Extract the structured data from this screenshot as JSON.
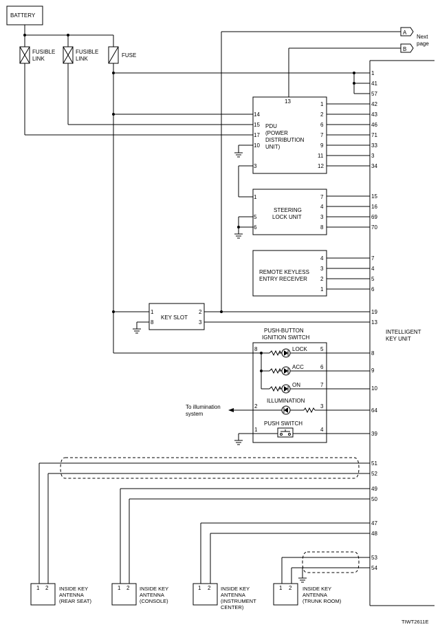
{
  "battery": "BATTERY",
  "fusible_link": [
    "FUSIBLE",
    "LINK"
  ],
  "fuse": "FUSE",
  "next_page": [
    "Next",
    "page"
  ],
  "connectors": {
    "a": "A",
    "b": "B"
  },
  "pdu": {
    "label": [
      "PDU",
      "(POWER",
      "DISTRIBUTION",
      "UNIT)"
    ],
    "top_pin": "13",
    "left_pins": [
      "14",
      "15",
      "17",
      "10",
      "3"
    ],
    "right_pins": [
      "1",
      "2",
      "6",
      "7",
      "9",
      "11",
      "12"
    ]
  },
  "steering": {
    "label": [
      "STEERING",
      "LOCK UNIT"
    ],
    "left_pins": [
      "1",
      "5",
      "6"
    ],
    "right_pins": [
      "7",
      "4",
      "3",
      "8"
    ]
  },
  "rke": {
    "label": [
      "REMOTE KEYLESS",
      "ENTRY RECEIVER"
    ],
    "right_pins": [
      "4",
      "3",
      "2",
      "1"
    ]
  },
  "key_slot": {
    "label": "KEY SLOT",
    "left_pins": [
      "1",
      "8"
    ],
    "right_pins": [
      "2",
      "3"
    ]
  },
  "push_button": {
    "title": [
      "PUSH-BUTTON",
      "IGNITION SWITCH"
    ],
    "lock": "LOCK",
    "acc": "ACC",
    "on": "ON",
    "illumination": "ILLUMINATION",
    "push_switch": "PUSH SWITCH",
    "left_pins": [
      "8",
      "2",
      "1"
    ],
    "right_pins": [
      "5",
      "6",
      "7",
      "3",
      "4"
    ]
  },
  "to_illumination": [
    "To illumination",
    "system"
  ],
  "intelligent_key_unit": [
    "INTELLIGENT",
    "KEY UNIT"
  ],
  "ikey_pins": [
    "1",
    "41",
    "57",
    "42",
    "43",
    "46",
    "71",
    "33",
    "3",
    "34",
    "15",
    "16",
    "69",
    "70",
    "7",
    "4",
    "5",
    "6",
    "19",
    "13",
    "8",
    "9",
    "10",
    "64",
    "39",
    "51",
    "52",
    "49",
    "50",
    "47",
    "48",
    "53",
    "54"
  ],
  "antennas": [
    {
      "pins": [
        "1",
        "2"
      ],
      "label": [
        "INSIDE KEY",
        "ANTENNA",
        "(REAR SEAT)"
      ]
    },
    {
      "pins": [
        "1",
        "2"
      ],
      "label": [
        "INSIDE KEY",
        "ANTENNA",
        "(CONSOLE)"
      ]
    },
    {
      "pins": [
        "1",
        "2"
      ],
      "label": [
        "INSIDE KEY",
        "ANTENNA",
        "(INSTRUMENT",
        "CENTER)"
      ]
    },
    {
      "pins": [
        "1",
        "2"
      ],
      "label": [
        "INSIDE KEY",
        "ANTENNA",
        "(TRUNK ROOM)"
      ]
    }
  ],
  "figure_code": "TIWT2611E"
}
